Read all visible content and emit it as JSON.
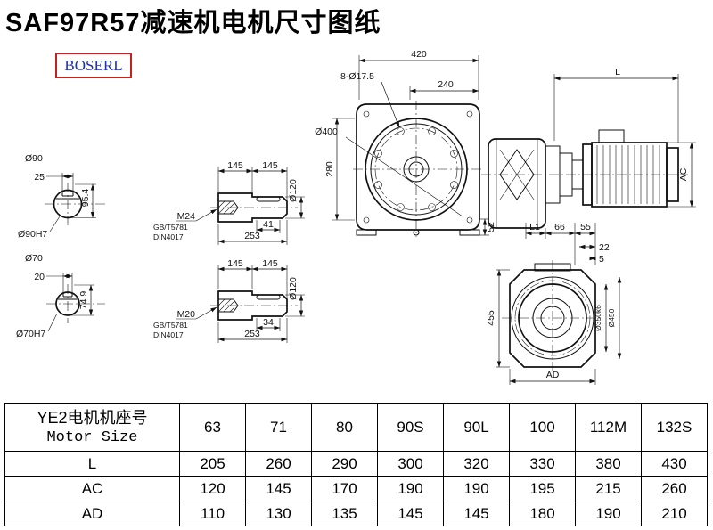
{
  "title": "SAF97R57减速机电机尺寸图纸",
  "logo": "BOSERL",
  "front_view": {
    "width": "420",
    "bolt_holes": "8-Ø17.5",
    "width2": "240",
    "diameter": "Ø400",
    "height": "280",
    "foot": "52"
  },
  "motor_view": {
    "length_label": "L",
    "height_label": "AC",
    "l1": "L1",
    "d66": "66",
    "d55": "55",
    "d22": "22",
    "d5": "5"
  },
  "flange_view": {
    "height": "455",
    "spigot": "Ø350k6",
    "outer": "Ø450",
    "width_label": "AD"
  },
  "shaft90": {
    "diameter": "Ø90",
    "key_width": "25",
    "height": "95.4",
    "bore": "Ø90H7"
  },
  "shaft70": {
    "diameter": "Ø70",
    "key_width": "20",
    "height": "74.9",
    "bore": "Ø70H7"
  },
  "shaft_m24": {
    "len1": "145",
    "len2": "145",
    "diameter": "Ø120",
    "thread": "M24",
    "std1": "GB/T5781",
    "std2": "DIN4017",
    "key_len": "41",
    "total": "253"
  },
  "shaft_m20": {
    "len1": "145",
    "len2": "145",
    "diameter": "Ø120",
    "thread": "M20",
    "std1": "GB/T5781",
    "std2": "DIN4017",
    "key_len": "34",
    "total": "253"
  },
  "table": {
    "header_cn": "YE2电机机座号",
    "header_en": "Motor Size",
    "sizes": [
      "63",
      "71",
      "80",
      "90S",
      "90L",
      "100",
      "112M",
      "132S"
    ],
    "rows": [
      {
        "label": "L",
        "values": [
          "205",
          "260",
          "290",
          "300",
          "320",
          "330",
          "380",
          "430"
        ]
      },
      {
        "label": "AC",
        "values": [
          "120",
          "145",
          "170",
          "190",
          "190",
          "195",
          "215",
          "260"
        ]
      },
      {
        "label": "AD",
        "values": [
          "110",
          "130",
          "135",
          "145",
          "145",
          "180",
          "190",
          "210"
        ]
      }
    ]
  }
}
